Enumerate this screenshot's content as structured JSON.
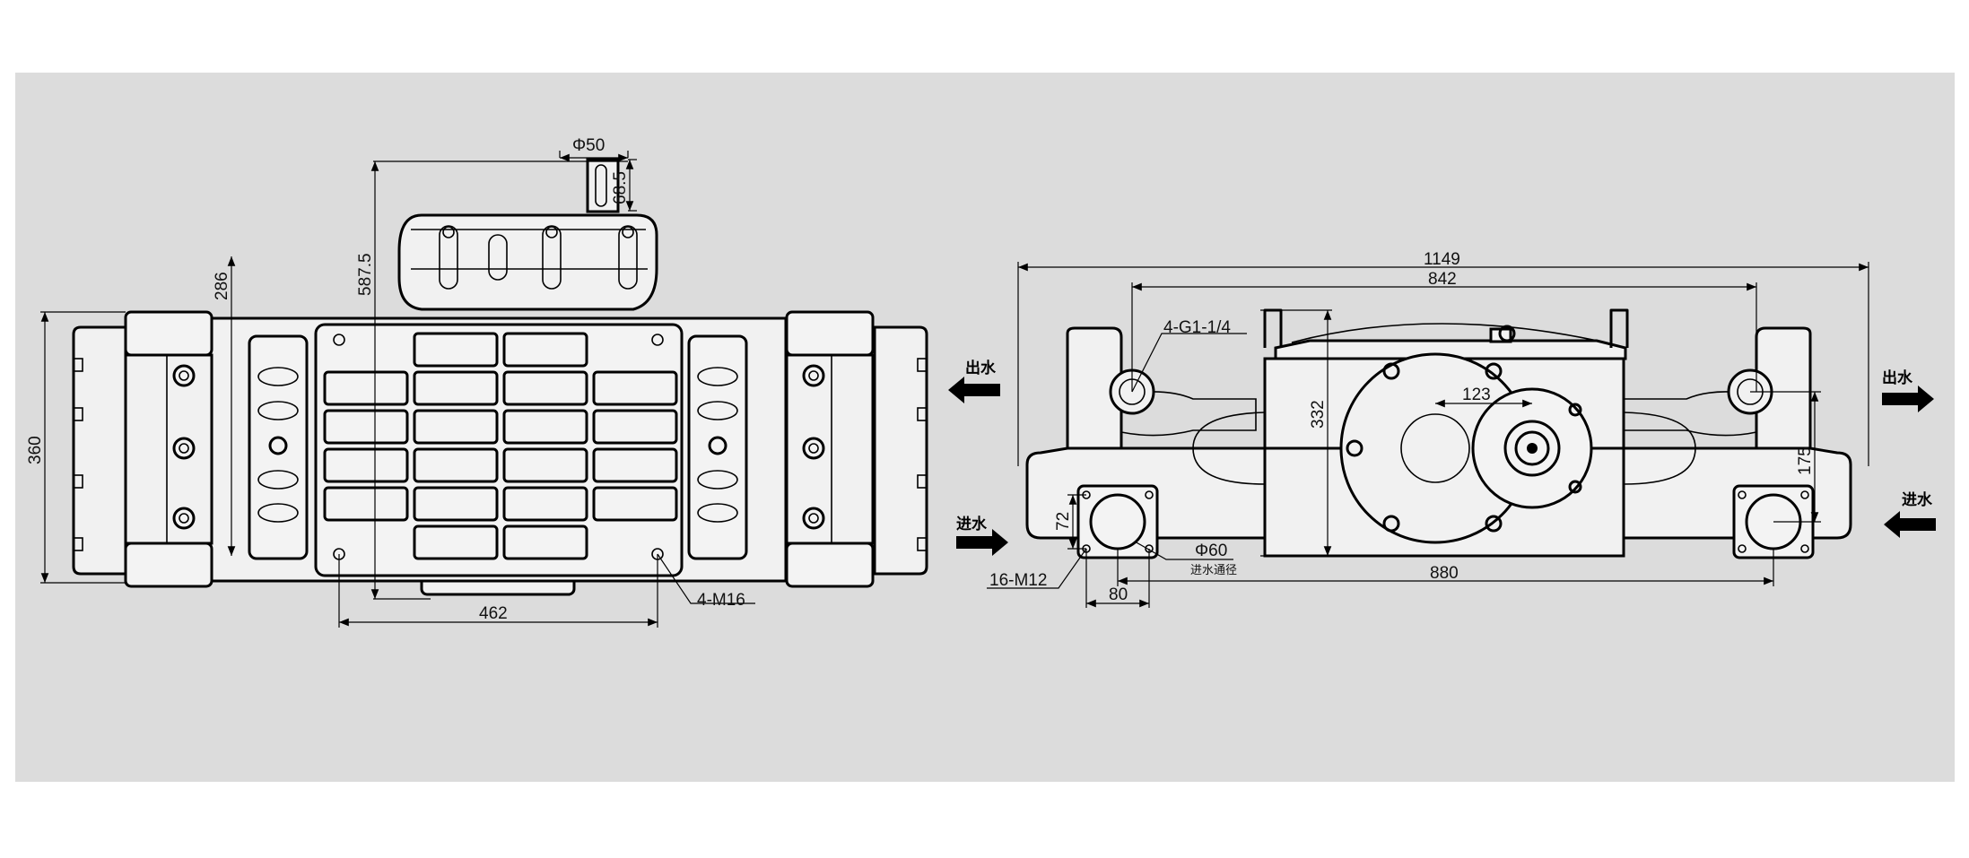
{
  "left_view": {
    "dims": {
      "phi50": "Φ50",
      "d68": "68.5",
      "d587": "587.5",
      "d286": "286",
      "d360": "360",
      "d462": "462",
      "bolt": "4-M16"
    }
  },
  "right_view": {
    "dims": {
      "d1149": "1149",
      "d842": "842",
      "g114": "4-G1-1/4",
      "d332": "332",
      "d123": "123",
      "d175": "175",
      "d72": "72",
      "phi60": "Φ60",
      "inlet_dia_note": "进水通径",
      "m12": "16-M12",
      "d80": "80",
      "d880": "880"
    },
    "flow": {
      "outlet_left": "出水",
      "inlet_left": "进水",
      "outlet_right": "出水",
      "inlet_right": "进水"
    }
  }
}
